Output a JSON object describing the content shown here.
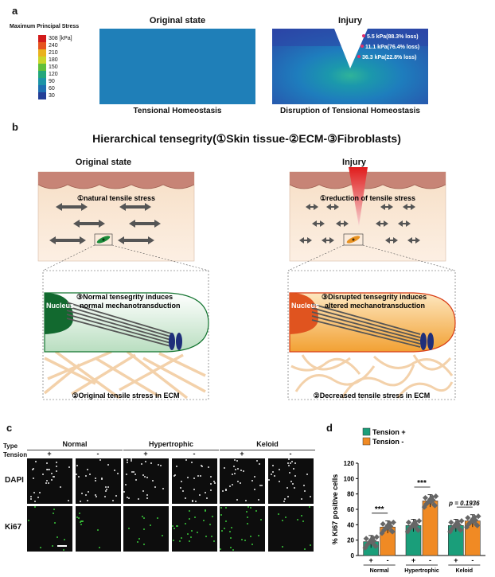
{
  "panel_a": {
    "label": "a",
    "legend_title": "Maximum Principal Stress",
    "legend_ticks": [
      "308 [kPa]",
      "240",
      "210",
      "180",
      "150",
      "120",
      "90",
      "60",
      "30"
    ],
    "legend_colors": [
      "#d21b1b",
      "#e6541f",
      "#e9b21e",
      "#c9d62a",
      "#5fbf3a",
      "#23a77b",
      "#1b94a7",
      "#1d6fb1",
      "#233f97"
    ],
    "left_title": "Original state",
    "left_caption": "Tensional Homeostasis",
    "right_title": "Injury",
    "right_caption": "Disruption of Tensional Homeostasis",
    "annotations": [
      "5.5 kPa(88.3% loss)",
      "11.1 kPa(76.4% loss)",
      "36.3 kPa(22.8% loss)"
    ]
  },
  "panel_b": {
    "label": "b",
    "title": "Hierarchical tensegrity(①Skin tissue-②ECM-③Fibroblasts)",
    "left_title": "Original state",
    "right_title": "Injury",
    "left_tissue_text": "①natural tensile stress",
    "right_tissue_text": "①reduction of tensile stress",
    "nucleus": "Nucleus",
    "left_cell_line1": "③Normal tensegrity induces",
    "left_cell_line2": "normal mechanotransduction",
    "right_cell_line1": "③Disrupted tensegrity induces",
    "right_cell_line2": "altered mechanotransduction",
    "left_ecm_text": "②Original tensile stress in ECM",
    "right_ecm_text": "②Decreased tensile stress in ECM"
  },
  "panel_c": {
    "label": "c",
    "type_label": "Type",
    "tension_label": "Tension",
    "groups": [
      "Normal",
      "Hypertrophic",
      "Keloid"
    ],
    "signs": [
      "+",
      "-",
      "+",
      "-",
      "+",
      "-"
    ],
    "rows": [
      "DAPI",
      "Ki67"
    ]
  },
  "chart_data": {
    "type": "bar",
    "label": "d",
    "ylabel": "% Ki67 positive cells",
    "ylim": [
      0,
      120
    ],
    "yticks": [
      0,
      20,
      40,
      60,
      80,
      100,
      120
    ],
    "categories": [
      "Normal",
      "Hypertrophic",
      "Keloid"
    ],
    "x_signs": [
      "+",
      "-",
      "+",
      "-",
      "+",
      "-"
    ],
    "series": [
      {
        "name": "Tension +",
        "color": "#1a9e7a",
        "values": [
          18,
          39,
          39
        ]
      },
      {
        "name": "Tension -",
        "color": "#f08a24",
        "values": [
          37,
          71,
          45
        ]
      }
    ],
    "significance": [
      "***",
      "***",
      "p = 0.1936"
    ],
    "legend_position": "top-left"
  }
}
